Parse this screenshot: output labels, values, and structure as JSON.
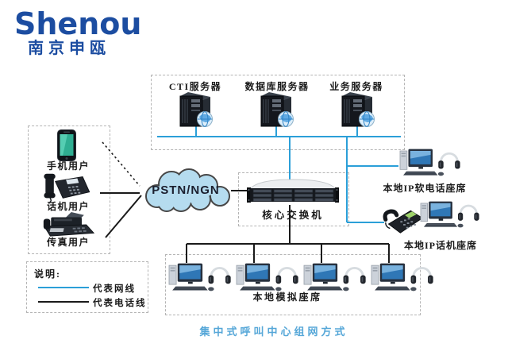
{
  "logo": {
    "brand": "Shenou",
    "company": "南京申瓯"
  },
  "servers": {
    "items": [
      {
        "label": "CTI服务器"
      },
      {
        "label": "数据库服务器"
      },
      {
        "label": "业务服务器"
      }
    ]
  },
  "users": {
    "items": [
      {
        "label": "手机用户"
      },
      {
        "label": "话机用户"
      },
      {
        "label": "传真用户"
      }
    ]
  },
  "cloud": {
    "label": "PSTN/NGN"
  },
  "core_switch": {
    "label": "核心交换机"
  },
  "seats": {
    "softphone": {
      "label": "本地IP软电话座席"
    },
    "ip_phone": {
      "label": "本地IP话机座席"
    },
    "analog": {
      "label": "本地模拟座席"
    }
  },
  "legend": {
    "title": "说明:",
    "items": [
      {
        "label": "代表网线",
        "color": "#2b9fd8"
      },
      {
        "label": "代表电话线",
        "color": "#1a1a1a"
      }
    ]
  },
  "footer": {
    "title": "集中式呼叫中心组网方式"
  },
  "colors": {
    "logo_blue": "#1c4da1",
    "network_line": "#2b9fd8",
    "phone_line": "#1a1a1a",
    "cloud_fill": "#b5dcef",
    "title_blue": "#56a7d8"
  },
  "icons": {
    "tower-server-icon": "black tower server with globe",
    "mobile-phone-icon": "smartphone",
    "desk-phone-icon": "desk telephone",
    "fax-machine-icon": "fax machine",
    "cloud-icon": "network cloud shape",
    "rack-switch-icon": "2U rack core switch",
    "workstation-icon": "PC with headset",
    "ip-phone-icon": "IP desk phone with green display"
  }
}
